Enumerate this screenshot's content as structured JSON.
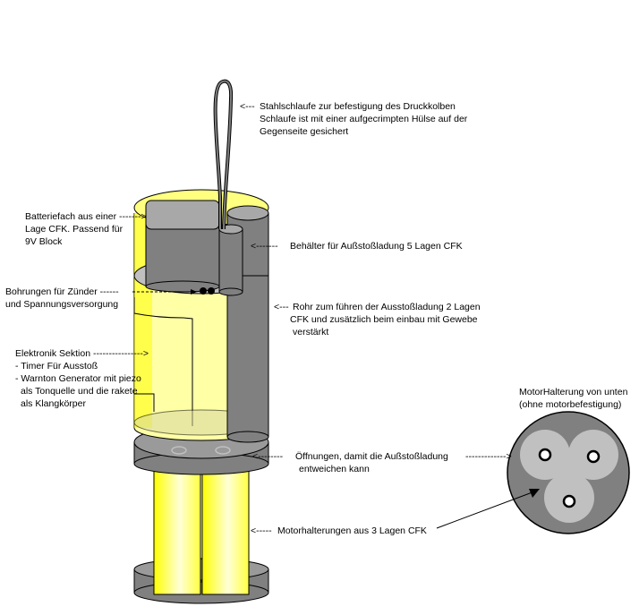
{
  "labels": {
    "stahlschlaufe": {
      "arrow": "<---",
      "lines": [
        "Stahlschlaufe zur befestigung des Druckkolben",
        "Schlaufe ist mit einer aufgecrimpten Hülse auf der",
        "Gegenseite gesichert"
      ]
    },
    "batteriefach": {
      "lines": [
        "Batteriefach aus einer ------->",
        "Lage CFK.  Passend für",
        "9V Block"
      ]
    },
    "behaelter": {
      "arrow": "<-------",
      "lines": [
        "Behälter für Außstoßladung 5 Lagen CFK"
      ]
    },
    "bohrungen": {
      "lines": [
        "Bohrungen für Zünder ------",
        "und Spannungsversorgung"
      ]
    },
    "rohr": {
      "arrow": "<---",
      "lines": [
        "Rohr zum führen der Ausstoßladung 2 Lagen",
        "CFK und zusätzlich beim einbau mit Gewebe",
        "verstärkt"
      ]
    },
    "elektronik": {
      "lines": [
        "Elektronik Sektion ---------------->",
        "- Timer Für Ausstoß",
        "- Warnton Generator mit piezo",
        "als Tonquelle und die rakete",
        "als Klangkörper"
      ]
    },
    "motorhalterung_unten": {
      "lines": [
        "MotorHalterung von unten",
        "(ohne motorbefestigung)"
      ]
    },
    "oeffnungen": {
      "arrow": "<--------",
      "lines": [
        "Öffnungen, damit die Außstoßladung",
        "entweichen kann"
      ],
      "trailing": "------------->"
    },
    "motorhalterungen": {
      "arrow": "<-----",
      "lines": [
        "Motorhalterungen aus 3 Lagen CFK"
      ]
    }
  },
  "colors": {
    "yellow": "#ffff00",
    "pale_yellow": "#ffffa6",
    "dark_gray": "#808080",
    "mid_gray": "#9a9a9a",
    "light_gray": "#c0c0c0",
    "white": "#ffffff"
  }
}
